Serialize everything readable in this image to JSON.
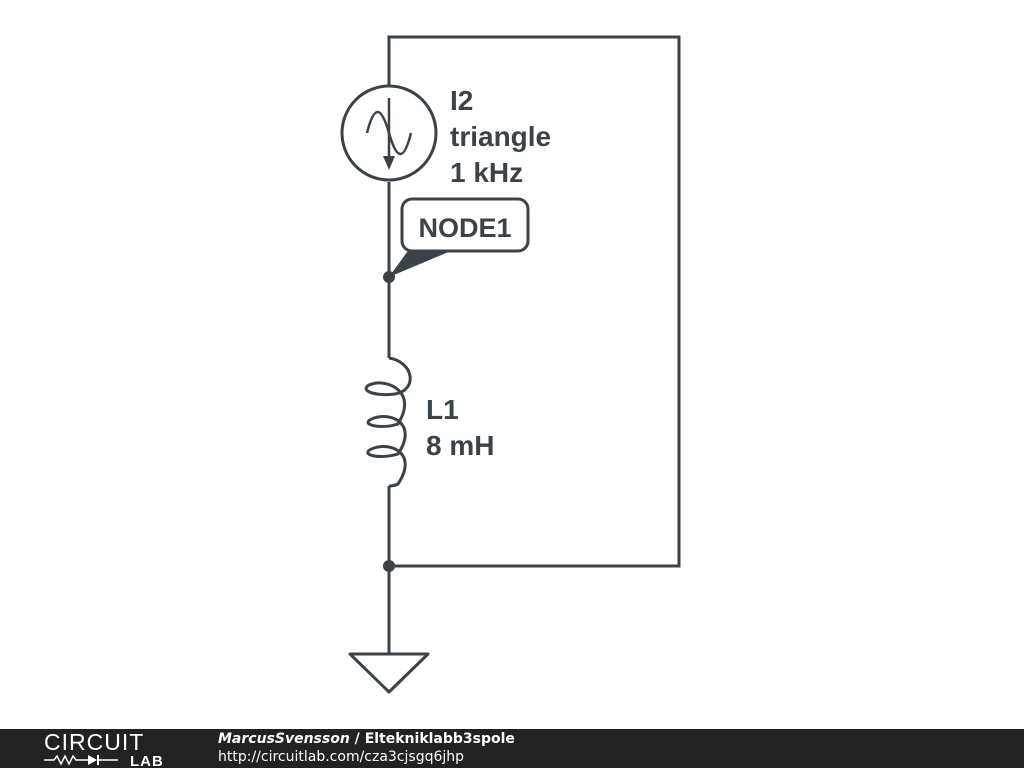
{
  "source": {
    "name": "I2",
    "waveform": "triangle",
    "frequency": "1 kHz",
    "wave_icon": "sine-wave-icon",
    "arrow_icon": "current-arrow-down-icon"
  },
  "node_label": "NODE1",
  "inductor": {
    "name": "L1",
    "value": "8 mH"
  },
  "ground_icon": "ground-symbol-icon",
  "footer": {
    "logo_top": "CIRCUIT",
    "logo_bottom": "LAB",
    "author": "MarcusSvensson",
    "separator": " / ",
    "project": "Eltekniklabb3spole",
    "url": "http://circuitlab.com/cza3cjsgq6jhp"
  },
  "colors": {
    "wire": "#3b4349",
    "footer_background": "#222222",
    "footer_text": "#ffffff"
  }
}
